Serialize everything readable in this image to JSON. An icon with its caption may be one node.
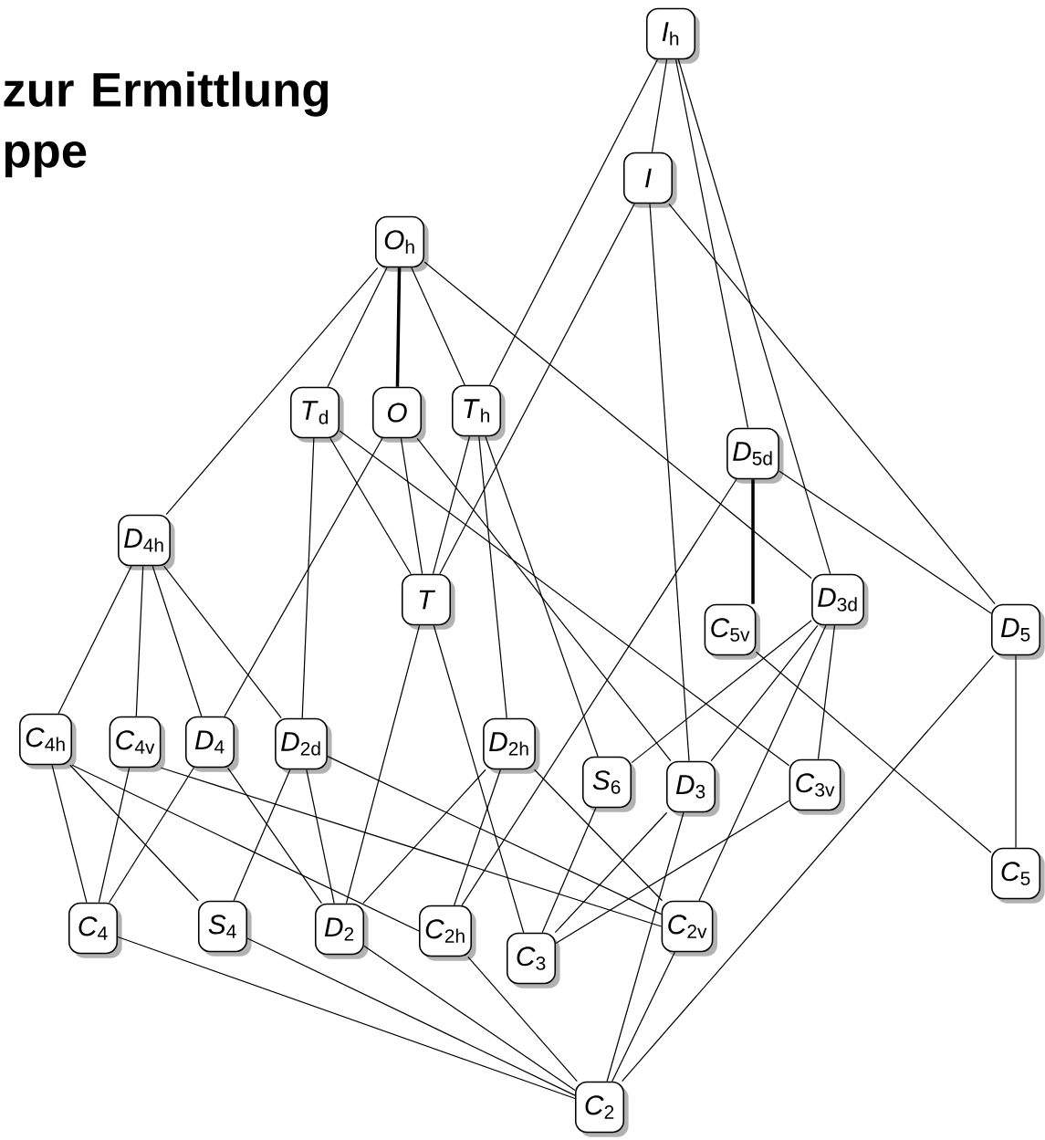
{
  "diagram": {
    "title": "zur Ermittlung ppe",
    "nodes": [
      {
        "text": [
          "*I*$_{h}$"
        ]
      },
      {
        "text": [
          "*I*"
        ]
      },
      {
        "text": [
          "*O*$_{h}$"
        ]
      },
      {
        "text": [
          "*T*$_{d}$"
        ]
      },
      {
        "text": [
          "*O*"
        ]
      },
      {
        "text": [
          "*T*$_{h}$"
        ]
      },
      {
        "text": [
          "*D*$_{5d}$"
        ]
      },
      {
        "text": [
          "*D*$_{4h}$"
        ]
      },
      {
        "text": [
          "*T*"
        ]
      },
      {
        "text": [
          "*D*$_{3d}$"
        ]
      },
      {
        "text": [
          "*C*$_{5v}$"
        ]
      },
      {
        "text": [
          "*D*$_{5}$"
        ]
      },
      {
        "text": [
          "*C*$_{4h}$"
        ]
      },
      {
        "text": [
          "*C*$_{4v}$"
        ]
      },
      {
        "text": [
          "*D*$_{4}$"
        ]
      },
      {
        "text": [
          "*D*$_{2d}$"
        ]
      },
      {
        "text": [
          "*D*$_{2h}$"
        ]
      },
      {
        "text": [
          "*S*$_{6}$"
        ]
      },
      {
        "text": [
          "*D*$_{3}$"
        ]
      },
      {
        "text": [
          "*C*$_{3v}$"
        ]
      },
      {
        "text": [
          "*C*$_{5}$"
        ]
      },
      {
        "text": [
          "*C*$_{4}$"
        ]
      },
      {
        "text": [
          "*S*$_{4}$"
        ]
      },
      {
        "text": [
          "*D*$_{2}$"
        ]
      },
      {
        "text": [
          "*C*$_{2h}$"
        ]
      },
      {
        "text": [
          "*C*$_{3}$"
        ]
      },
      {
        "text": [
          "*C*$_{2v}$"
        ]
      },
      {
        "text": [
          "*C*$_{2}$"
        ]
      }
    ],
    "edges": [
      {
        "from": 0,
        "to": 5,
        "arrow": "none"
      },
      {
        "from": 0,
        "to": 1,
        "arrow": "none"
      },
      {
        "from": 0,
        "to": 6,
        "arrow": "none"
      },
      {
        "from": 0,
        "to": 9,
        "arrow": "none"
      },
      {
        "from": 1,
        "to": 8,
        "arrow": "none"
      },
      {
        "from": 1,
        "to": 18,
        "arrow": "none"
      },
      {
        "from": 1,
        "to": 11,
        "arrow": "none"
      },
      {
        "from": 2,
        "to": 7,
        "arrow": "none"
      },
      {
        "from": 2,
        "to": 3,
        "arrow": "none"
      },
      {
        "from": 2,
        "to": 4,
        "arrow": "none",
        "style": "thick"
      },
      {
        "from": 2,
        "to": 5,
        "arrow": "none"
      },
      {
        "from": 2,
        "to": 9,
        "arrow": "none"
      },
      {
        "from": 3,
        "to": 15,
        "arrow": "none"
      },
      {
        "from": 3,
        "to": 8,
        "arrow": "none"
      },
      {
        "from": 3,
        "to": 19,
        "arrow": "none"
      },
      {
        "from": 4,
        "to": 8,
        "arrow": "none"
      },
      {
        "from": 4,
        "to": 14,
        "arrow": "none"
      },
      {
        "from": 4,
        "to": 18,
        "arrow": "none"
      },
      {
        "from": 5,
        "to": 8,
        "arrow": "none"
      },
      {
        "from": 5,
        "to": 16,
        "arrow": "none"
      },
      {
        "from": 5,
        "to": 17,
        "arrow": "none"
      },
      {
        "from": 6,
        "to": 10,
        "arrow": "none",
        "style": "thick"
      },
      {
        "from": 6,
        "to": 11,
        "arrow": "none"
      },
      {
        "from": 6,
        "to": 24,
        "arrow": "none"
      },
      {
        "from": 7,
        "to": 12,
        "arrow": "none"
      },
      {
        "from": 7,
        "to": 13,
        "arrow": "none"
      },
      {
        "from": 7,
        "to": 14,
        "arrow": "none"
      },
      {
        "from": 7,
        "to": 15,
        "arrow": "none"
      },
      {
        "from": 8,
        "to": 23,
        "arrow": "none"
      },
      {
        "from": 8,
        "to": 25,
        "arrow": "none"
      },
      {
        "from": 9,
        "to": 17,
        "arrow": "none"
      },
      {
        "from": 9,
        "to": 18,
        "arrow": "none"
      },
      {
        "from": 9,
        "to": 19,
        "arrow": "none"
      },
      {
        "from": 9,
        "to": 26,
        "arrow": "none"
      },
      {
        "from": 10,
        "to": 20,
        "arrow": "none"
      },
      {
        "from": 11,
        "to": 20,
        "arrow": "none"
      },
      {
        "from": 11,
        "to": 27,
        "arrow": "none"
      },
      {
        "from": 12,
        "to": 21,
        "arrow": "none"
      },
      {
        "from": 12,
        "to": 22,
        "arrow": "none"
      },
      {
        "from": 12,
        "to": 24,
        "arrow": "none"
      },
      {
        "from": 13,
        "to": 21,
        "arrow": "none"
      },
      {
        "from": 13,
        "to": 26,
        "arrow": "none"
      },
      {
        "from": 14,
        "to": 21,
        "arrow": "none"
      },
      {
        "from": 14,
        "to": 23,
        "arrow": "none"
      },
      {
        "from": 15,
        "to": 22,
        "arrow": "none"
      },
      {
        "from": 15,
        "to": 23,
        "arrow": "none"
      },
      {
        "from": 15,
        "to": 26,
        "arrow": "none"
      },
      {
        "from": 16,
        "to": 23,
        "arrow": "none"
      },
      {
        "from": 16,
        "to": 24,
        "arrow": "none"
      },
      {
        "from": 16,
        "to": 26,
        "arrow": "none"
      },
      {
        "from": 17,
        "to": 25,
        "arrow": "none"
      },
      {
        "from": 18,
        "to": 25,
        "arrow": "none"
      },
      {
        "from": 18,
        "to": 27,
        "arrow": "none"
      },
      {
        "from": 19,
        "to": 25,
        "arrow": "none"
      },
      {
        "from": 21,
        "to": 27,
        "arrow": "none"
      },
      {
        "from": 22,
        "to": 27,
        "arrow": "none"
      },
      {
        "from": 23,
        "to": 27,
        "arrow": "none"
      },
      {
        "from": 24,
        "to": 27,
        "arrow": "none"
      },
      {
        "from": 26,
        "to": 27,
        "arrow": "none"
      }
    ]
  }
}
